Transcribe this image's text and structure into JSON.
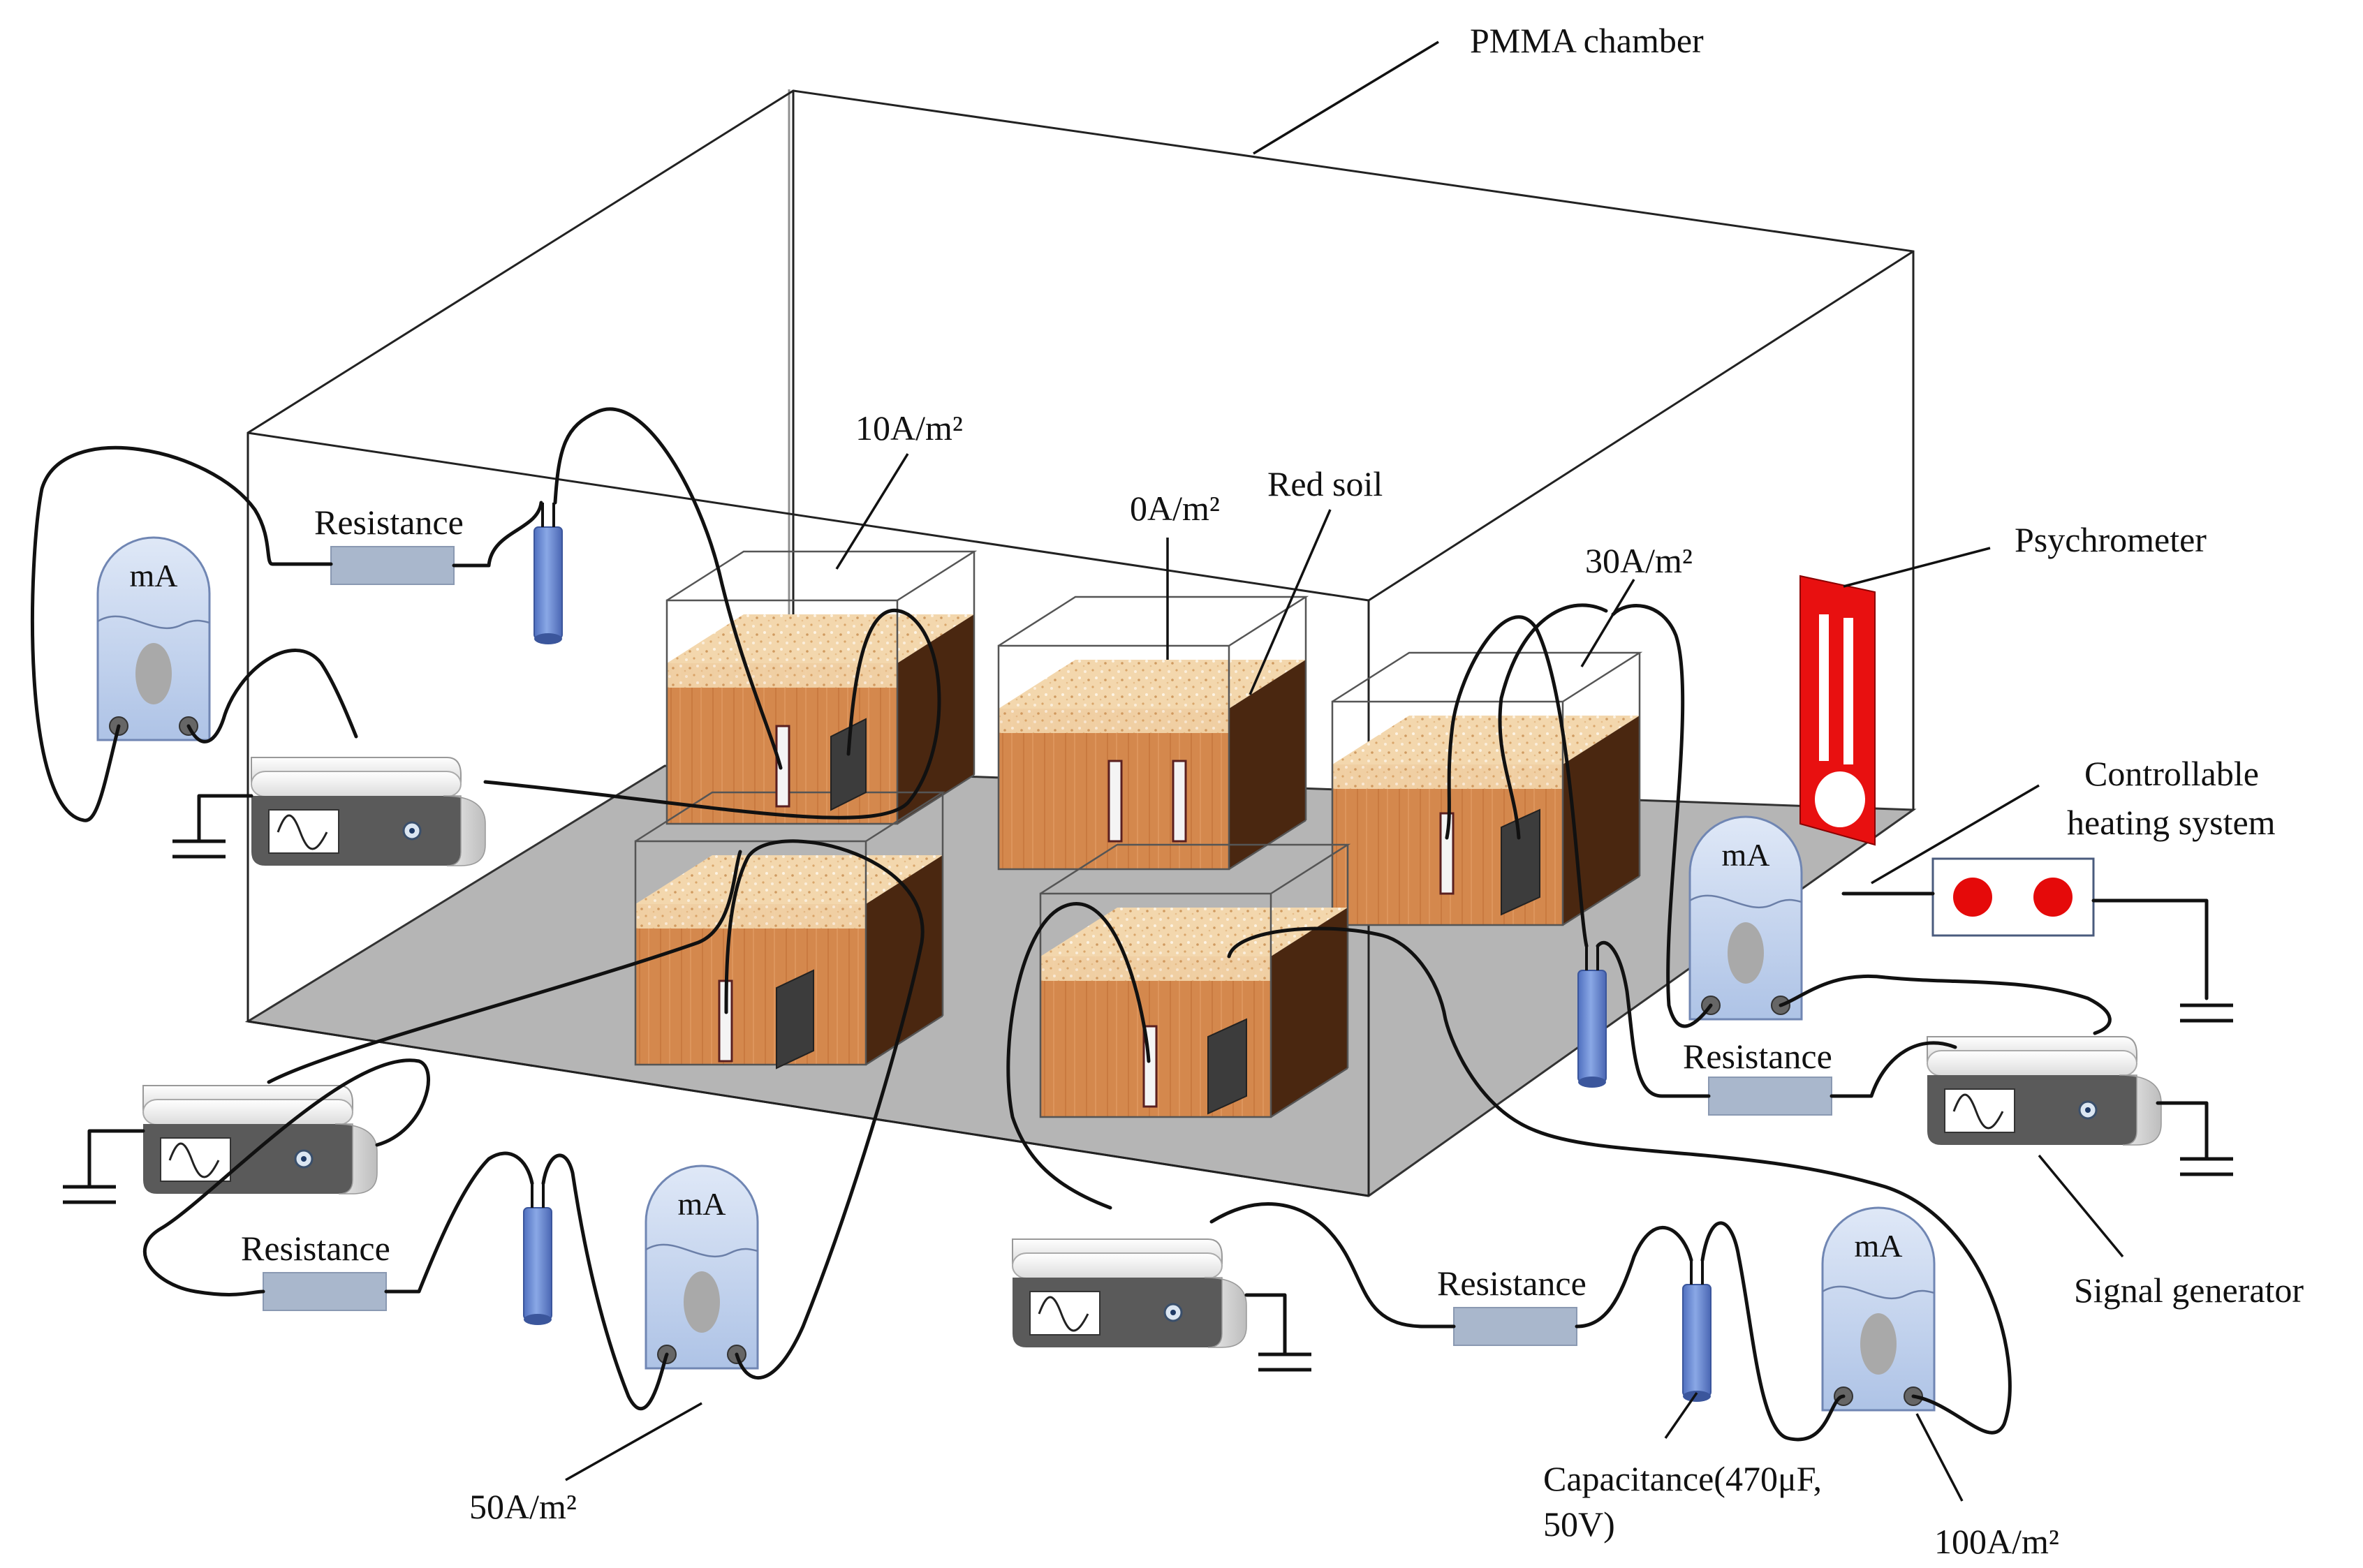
{
  "labels": {
    "chamber": "PMMA chamber",
    "red_soil": "Red soil",
    "psychrometer": "Psychrometer",
    "heating_line1": "Controllable",
    "heating_line2": "heating system",
    "signal_generator": "Signal generator",
    "capacitance_line1": "Capacitance(470μF,",
    "capacitance_line2": "50V)",
    "resistance": "Resistance",
    "ammeter": "mA"
  },
  "current_densities": {
    "d0": "0A/m²",
    "d10": "10A/m²",
    "d30": "30A/m²",
    "d50": "50A/m²",
    "d100": "100A/m²"
  },
  "colors": {
    "soil_front": "#d4884d",
    "soil_side": "#4a2710",
    "soil_top": "#f2d3a6",
    "floor": "#b4b4b4",
    "capacitor": "#6e8fd6",
    "resistor": "#a9b7cc",
    "meter_body": "#c9d8ef",
    "psychrometer": "#e81010",
    "heater_dot": "#e50a0a"
  }
}
